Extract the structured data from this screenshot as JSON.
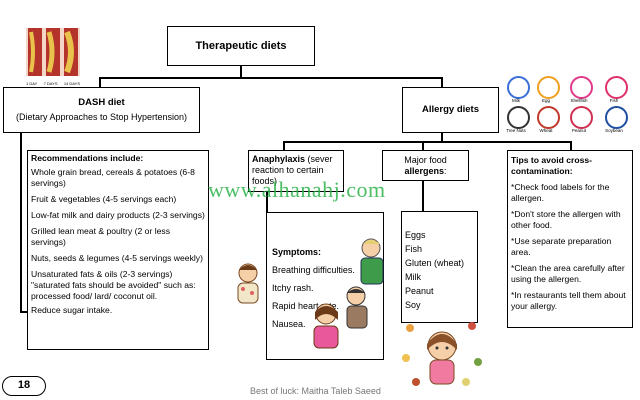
{
  "title": "Therapeutic diets",
  "dash": {
    "title": "DASH diet",
    "subtitle": "(Dietary Approaches to Stop Hypertension)",
    "recommendations_heading": "Recommendations include:",
    "items": [
      "Whole grain bread, cereals & potatoes (6-8 servings)",
      "Fruit & vegetables (4-5 servings each)",
      "Low-fat milk and dairy products (2-3 servings)",
      "Grilled lean meat & poultry (2 or less servings)",
      "Nuts, seeds & legumes (4-5 servings weekly)",
      "Unsaturated fats & oils (2-3 servings) \"saturated fats should be avoided\" such as: processed food/ lard/ coconut oil.",
      "Reduce sugar intake."
    ]
  },
  "artery_labels": [
    "1 DAY",
    "7 DAYS",
    "14 DAYS"
  ],
  "allergy": {
    "title": "Allergy diets",
    "anaphylaxis_bold": "Anaphylaxis",
    "anaphylaxis_rest": " (sever reaction to certain foods)",
    "symptoms_heading": "Symptoms:",
    "symptoms": [
      "Breathing difficulties.",
      "Itchy rash.",
      "Rapid heart rate.",
      "Nausea."
    ],
    "major_line1": "Major food",
    "major_bold": "allergens",
    "major_colon": ":",
    "allergens": [
      "Eggs",
      "Fish",
      "Gluten (wheat)",
      "Milk",
      "Peanut",
      "Soy"
    ],
    "tips_heading": "Tips to avoid cross-contamination:",
    "tips": [
      "*Check food labels for the allergen.",
      "*Don't store the allergen with other food.",
      "*Use separate preparation area.",
      "*Clean the area carefully after using the allergen.",
      "*In restaurants tell them about your allergy."
    ],
    "icons": [
      {
        "label": "Milk",
        "color": "#3a6fd8"
      },
      {
        "label": "Egg",
        "color": "#f0a020"
      },
      {
        "label": "Shellfish",
        "color": "#e03a8a"
      },
      {
        "label": "Fish",
        "color": "#e0306a"
      },
      {
        "label": "Tree Nuts",
        "color": "#333333"
      },
      {
        "label": "Wheat",
        "color": "#c0392b"
      },
      {
        "label": "Peanut",
        "color": "#d03050"
      },
      {
        "label": "Soybean",
        "color": "#1f4fa0"
      }
    ]
  },
  "watermark": "www.alhanahj.com",
  "page_number": "18",
  "footer": "Best of luck: Maitha Taleb Saeed"
}
